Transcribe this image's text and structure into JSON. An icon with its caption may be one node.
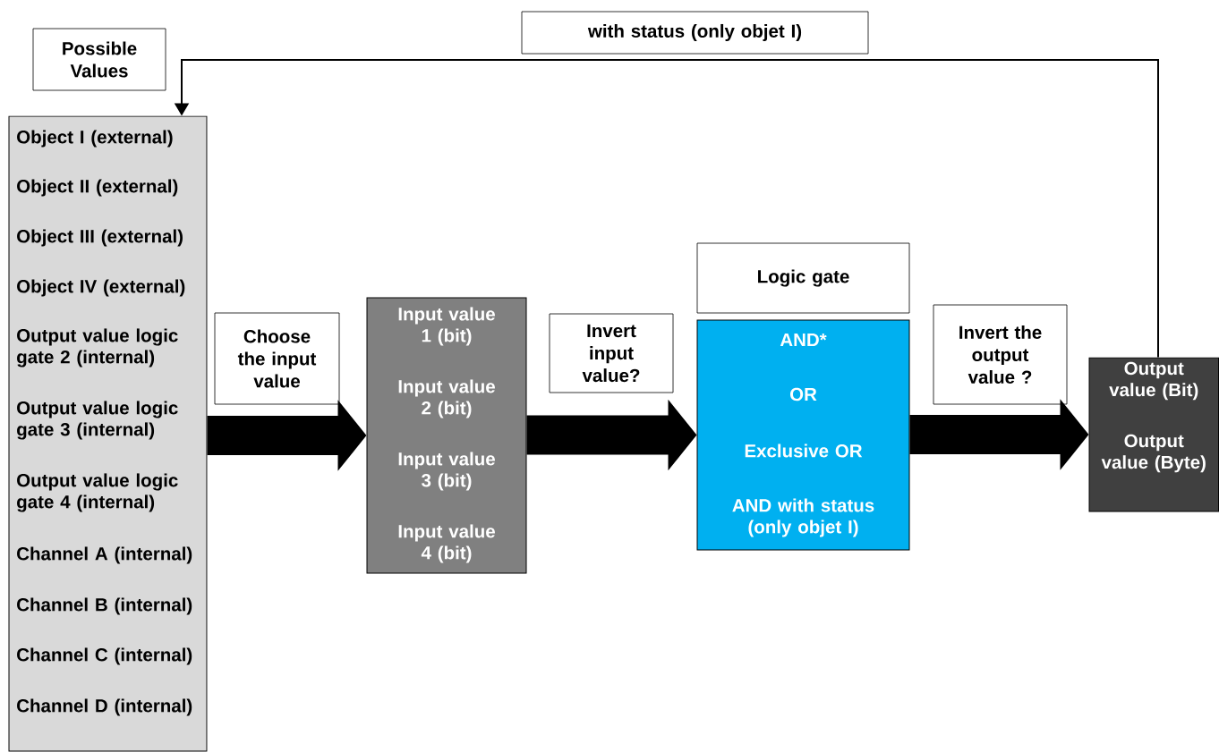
{
  "diagram": {
    "nodes": [
      {
        "text": [
          "Possible Values"
        ]
      },
      {
        "text": [
          "Object I (external)",
          "Object II (external)",
          "Object III (external)",
          "Object IV (external)",
          "Output value logic gate 2 (internal)",
          "Output value logic gate 3 (internal)",
          "Output value logic gate 4 (internal)",
          "Channel A (internal)",
          "Channel B (internal)",
          "Channel C (internal)",
          "Channel D (internal)"
        ]
      },
      {
        "text": [
          "Choose the input value"
        ]
      },
      {
        "text": [
          "Input value 1 (bit)",
          "Input value 2 (bit)",
          "Input value 3 (bit)",
          "Input value 4 (bit)"
        ]
      },
      {
        "text": [
          "Invert input value?"
        ]
      },
      {
        "text": [
          "Logic gate"
        ]
      },
      {
        "text": [
          "AND*",
          "OR",
          "Exclusive OR",
          "AND with status (only objet I)"
        ]
      },
      {
        "text": [
          "Invert the output value ?"
        ]
      },
      {
        "text": [
          "Output value (Bit)",
          "Output value (Byte)"
        ]
      },
      {
        "text": [
          "with status (only objet I)"
        ]
      }
    ],
    "edges": [
      {
        "from": 1,
        "to": 3,
        "arrow": "to"
      },
      {
        "from": 3,
        "to": 6,
        "arrow": "to"
      },
      {
        "from": 6,
        "to": 8,
        "arrow": "to"
      },
      {
        "from": 8,
        "to": 1,
        "arrow": "to"
      }
    ]
  }
}
